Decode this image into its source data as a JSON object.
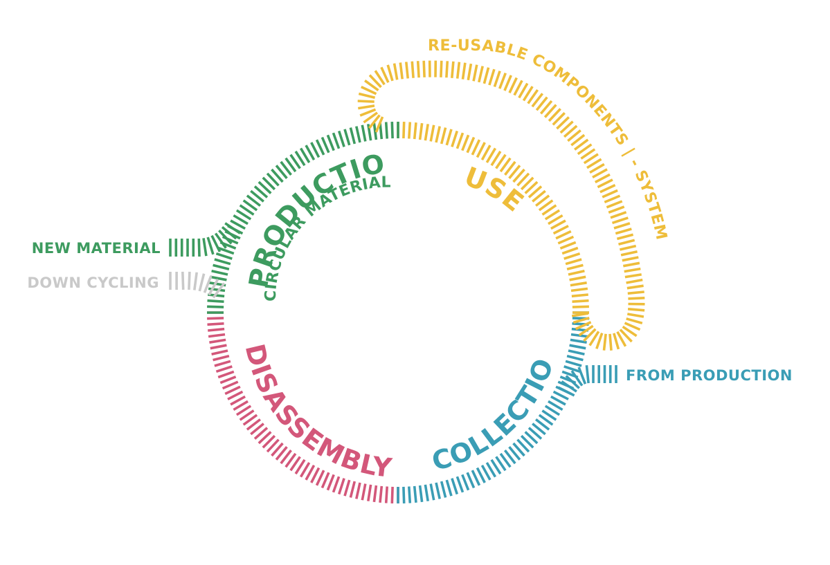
{
  "colors": {
    "production": "#3d9b5f",
    "use": "#eebd3a",
    "collection": "#3a9db5",
    "disassembly": "#d3577a",
    "downcycling": "#c9c9c9"
  },
  "stages": {
    "production": "PRODUCTION",
    "circular_material": "CIRCULAR MATERIAL",
    "use": "USE",
    "collection": "COLLECTION",
    "disassembly": "DISASSEMBLY"
  },
  "flows": {
    "reusable": "RE-USABLE COMPONENTS | - SYSTEM",
    "new_material": "NEW MATERIAL",
    "down_cycling": "DOWN CYCLING",
    "from_production": "FROM PRODUCTION"
  }
}
